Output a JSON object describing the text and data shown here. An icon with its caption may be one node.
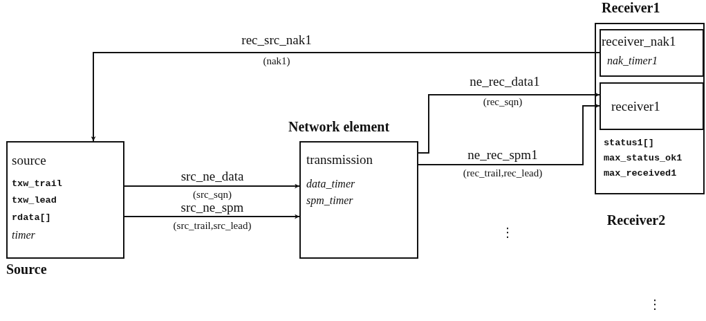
{
  "diagram": {
    "nodes": [
      {
        "text": [
          "source",
          "txw_trail",
          "txw_lead",
          "rdata[]",
          "timer",
          "Source"
        ]
      },
      {
        "text": [
          "Network element",
          "transmission",
          "data_timer",
          "spm_timer"
        ]
      },
      {
        "text": [
          "Receiver1",
          "status1[]",
          "max_status_ok1",
          "max_received1"
        ]
      },
      {
        "text": [
          "receiver_nak1",
          "nak_timer1"
        ],
        "in": 2
      },
      {
        "text": [
          "receiver1"
        ],
        "in": 2
      }
    ],
    "edges": [
      {
        "from": 3,
        "to": 0,
        "arrow": "to",
        "label": "rec_src_nak1"
      },
      {
        "from": 0,
        "to": 1,
        "arrow": "to",
        "label": "src_ne_data"
      },
      {
        "from": 0,
        "to": 1,
        "arrow": "to",
        "label": "src_ne_spm"
      },
      {
        "from": 1,
        "to": 4,
        "arrow": "to",
        "label": "ne_rec_data1"
      },
      {
        "from": 1,
        "to": 4,
        "arrow": "to",
        "label": "ne_rec_spm1"
      }
    ],
    "labels": [
      "(nak1)",
      "(rec_sqn)",
      "(src_sqn)",
      "(rec_trail,rec_lead)",
      "(src_trail,src_lead)",
      "Receiver2",
      "⋮",
      "⋮"
    ]
  }
}
